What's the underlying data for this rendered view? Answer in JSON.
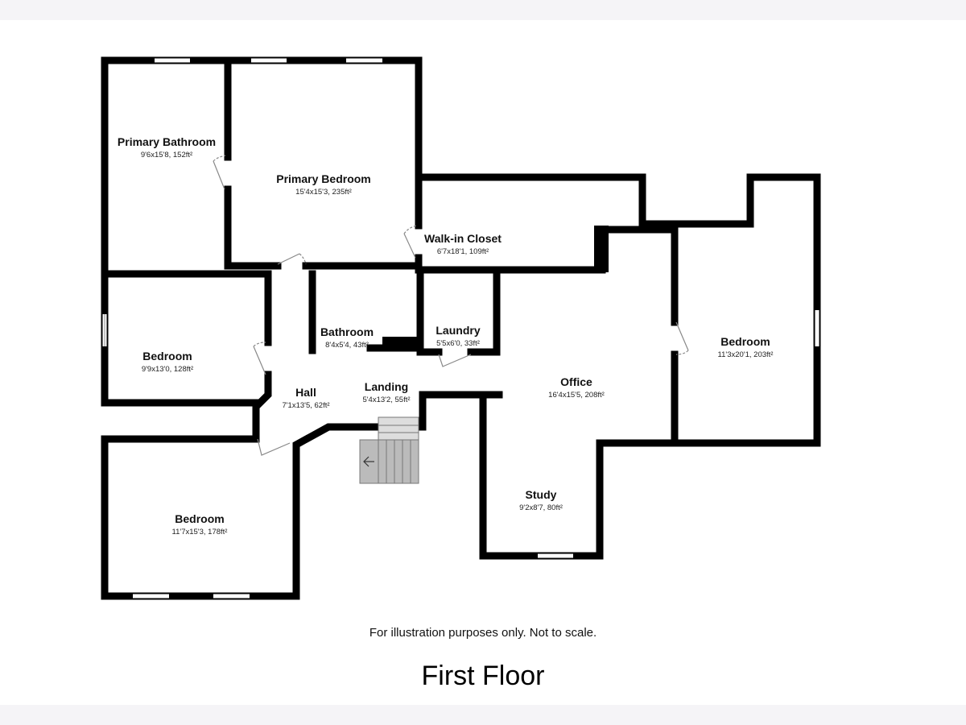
{
  "rooms": [
    {
      "name": "Primary Bathroom",
      "dims": "9'6x15'8, 152ft²"
    },
    {
      "name": "Primary Bedroom",
      "dims": "15'4x15'3, 235ft²"
    },
    {
      "name": "Walk-in Closet",
      "dims": "6'7x18'1, 109ft²"
    },
    {
      "name": "Bedroom",
      "dims": "9'9x13'0, 128ft²"
    },
    {
      "name": "Bathroom",
      "dims": "8'4x5'4, 43ft²"
    },
    {
      "name": "Laundry",
      "dims": "5'5x6'0, 33ft²"
    },
    {
      "name": "Hall",
      "dims": "7'1x13'5, 62ft²"
    },
    {
      "name": "Landing",
      "dims": "5'4x13'2, 55ft²"
    },
    {
      "name": "Office",
      "dims": "16'4x15'5, 208ft²"
    },
    {
      "name": "Bedroom",
      "dims": "11'3x20'1, 203ft²"
    },
    {
      "name": "Study",
      "dims": "9'2x8'7, 80ft²"
    },
    {
      "name": "Bedroom",
      "dims": "11'7x15'3, 178ft²"
    }
  ],
  "stairs_icon": "arrow-left-icon",
  "note": "For illustration purposes only. Not to scale.",
  "title": "First Floor"
}
